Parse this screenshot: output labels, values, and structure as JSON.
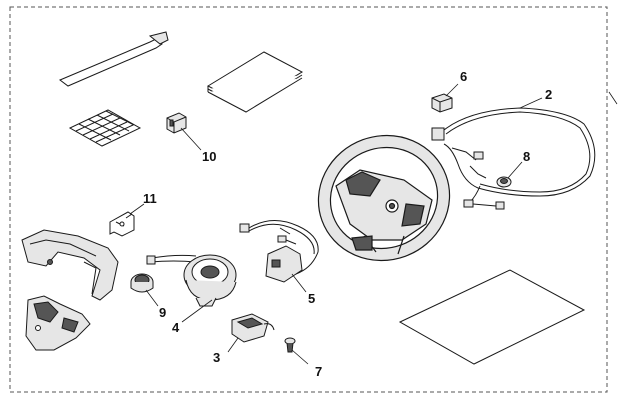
{
  "diagram": {
    "callouts": {
      "c2": "2",
      "c3": "3",
      "c4": "4",
      "c5": "5",
      "c6": "6",
      "c7": "7",
      "c8": "8",
      "c9": "9",
      "c10": "10",
      "c11": "11"
    },
    "colors": {
      "line": "#1a1a1a",
      "part_fill": "#e6e6e6",
      "dark_fill": "#555555",
      "border": "#555555"
    }
  }
}
